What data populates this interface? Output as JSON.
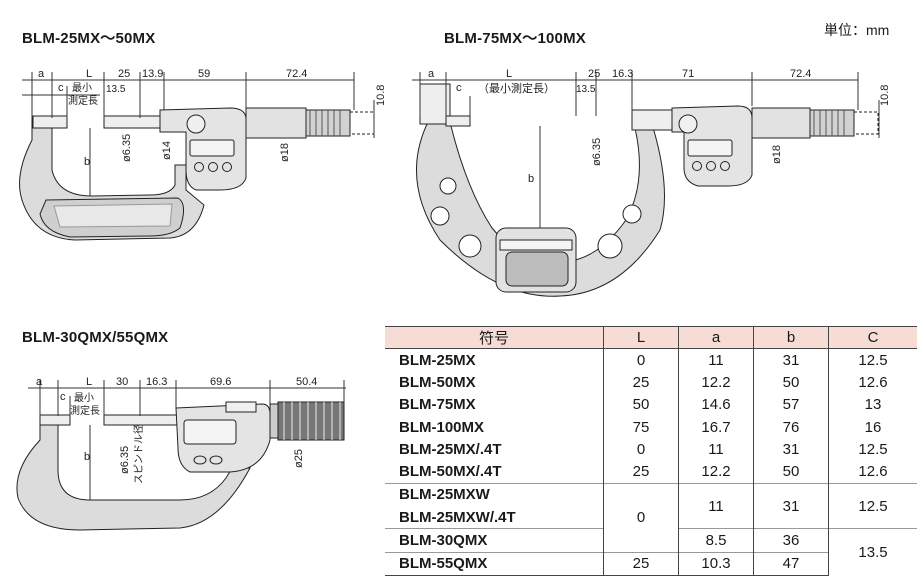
{
  "unit": "単位：mm",
  "titles": {
    "top_left": "BLM-25MX～50MX",
    "top_right": "BLM-75MX～100MX",
    "bottom_left": "BLM-30QMX/55QMX"
  },
  "dims": {
    "a": "a",
    "c": "c",
    "L": "L",
    "b": "b",
    "min_meas": "最小\n測定長",
    "min_meas_paren": "（最小測定長）",
    "min_meas_q": "最小\n測定長",
    "d25": "25",
    "d13_5": "13.5",
    "d13_9": "13.9",
    "d59": "59",
    "d72_4": "72.4",
    "d10_8": "10.8",
    "d6_35": "ø6.35",
    "d14": "ø14",
    "d18": "ø18",
    "d16_3": "16.3",
    "d71": "71",
    "d30": "30",
    "d69_6": "69.6",
    "d50_4": "50.4",
    "d25dia": "ø25",
    "spindle": "スピンドル径"
  },
  "table": {
    "headers": [
      "符号",
      "L",
      "a",
      "b",
      "C"
    ],
    "rows": [
      {
        "code": "BLM-25MX",
        "L": "0",
        "a": "11",
        "b": "31",
        "c": "12.5"
      },
      {
        "code": "BLM-50MX",
        "L": "25",
        "a": "12.2",
        "b": "50",
        "c": "12.6"
      },
      {
        "code": "BLM-75MX",
        "L": "50",
        "a": "14.6",
        "b": "57",
        "c": "13"
      },
      {
        "code": "BLM-100MX",
        "L": "75",
        "a": "16.7",
        "b": "76",
        "c": "16"
      },
      {
        "code": "BLM-25MX/.4T",
        "L": "0",
        "a": "11",
        "b": "31",
        "c": "12.5"
      },
      {
        "code": "BLM-50MX/.4T",
        "L": "25",
        "a": "12.2",
        "b": "50",
        "c": "12.6"
      },
      {
        "code": "BLM-25MXW",
        "L": "0",
        "a": "11",
        "b": "31",
        "c": "12.5"
      },
      {
        "code": "BLM-25MXW/.4T",
        "L": "",
        "a": "",
        "b": "",
        "c": ""
      },
      {
        "code": "BLM-30QMX",
        "L": "",
        "a": "8.5",
        "b": "36",
        "c": "13.5"
      },
      {
        "code": "BLM-55QMX",
        "L": "25",
        "a": "10.3",
        "b": "47",
        "c": ""
      }
    ]
  },
  "colors": {
    "frame": "#dcdcdc",
    "line": "#222222",
    "table_header": "#f6dcd4"
  }
}
